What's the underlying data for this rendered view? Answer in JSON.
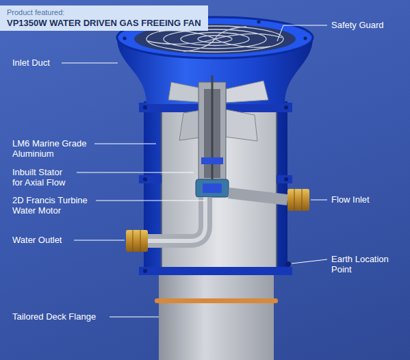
{
  "diagram": {
    "nodes": [
      {
        "text": [
          "Product featured:",
          "VP1350W WATER DRIVEN GAS FREEING FAN"
        ]
      }
    ],
    "labels": [
      "Safety Guard",
      "Inlet Duct",
      "LM6 Marine Grade Aluminium",
      "Inbuilt Stator for Axial Flow",
      "2D Francis Turbine Water Motor",
      "Flow Inlet",
      "Water Outlet",
      "Earth Location Point",
      "Tailored Deck Flange"
    ]
  }
}
